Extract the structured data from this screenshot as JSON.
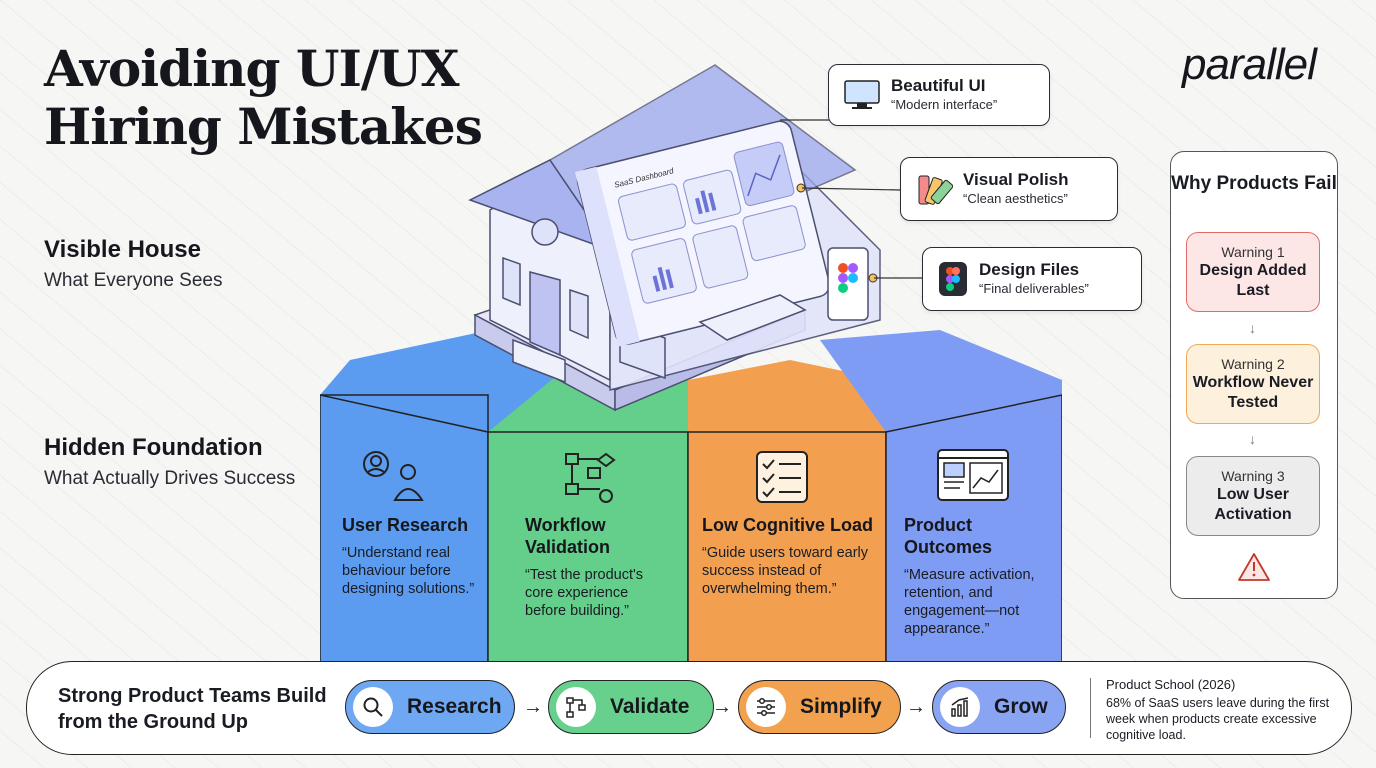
{
  "title": "Avoiding UI/UX Hiring Mistakes",
  "logo": "parallel",
  "visible_house": {
    "heading": "Visible House",
    "sub": "What Everyone Sees"
  },
  "hidden_foundation": {
    "heading": "Hidden Foundation",
    "sub": "What Actually Drives Success"
  },
  "dashboard_label": "SaaS Dashboard",
  "callouts": [
    {
      "title": "Beautiful UI",
      "sub": "“Modern interface”",
      "icon": "monitor-icon"
    },
    {
      "title": "Visual Polish",
      "sub": "“Clean aesthetics”",
      "icon": "palette-icon"
    },
    {
      "title": "Design Files",
      "sub": "“Final deliverables”",
      "icon": "figma-icon"
    }
  ],
  "foundations": [
    {
      "title": "User Research",
      "desc": "“Understand real behaviour before designing solutions.”",
      "icon": "users-icon",
      "color": "#5b9cf0"
    },
    {
      "title": "Workflow Validation",
      "desc": "“Test the product's core experience before building.”",
      "icon": "flow-icon",
      "color": "#63cf8a"
    },
    {
      "title": "Low Cognitive Load",
      "desc": "“Guide users toward early success instead of overwhelming them.”",
      "icon": "checklist-icon",
      "color": "#f2a050"
    },
    {
      "title": "Product Outcomes",
      "desc": "“Measure activation, retention, and engagement—not appearance.”",
      "icon": "analytics-icon",
      "color": "#7f9cf4"
    }
  ],
  "sidebar": {
    "heading": "Why Products Fail",
    "warnings": [
      {
        "label": "Warning 1",
        "text": "Design Added Last",
        "bg": "#fde6e6",
        "border": "#e46a6a"
      },
      {
        "label": "Warning 2",
        "text": "Workflow Never Tested",
        "bg": "#fdf0dc",
        "border": "#eeaa55"
      },
      {
        "label": "Warning 3",
        "text": "Low User Activation",
        "bg": "#ececec",
        "border": "#888888"
      }
    ]
  },
  "bottom": {
    "heading": "Strong Product Teams Build from the Ground Up",
    "steps": [
      {
        "label": "Research",
        "icon": "search-icon",
        "color": "#6fa8f2"
      },
      {
        "label": "Validate",
        "icon": "flow-icon",
        "color": "#68d08d"
      },
      {
        "label": "Simplify",
        "icon": "sliders-icon",
        "color": "#f2a24e"
      },
      {
        "label": "Grow",
        "icon": "growth-chart-icon",
        "color": "#8aa4f4"
      }
    ],
    "source": "Product School (2026)",
    "stat": "68% of SaaS users leave during the first week when products create excessive cognitive load."
  }
}
